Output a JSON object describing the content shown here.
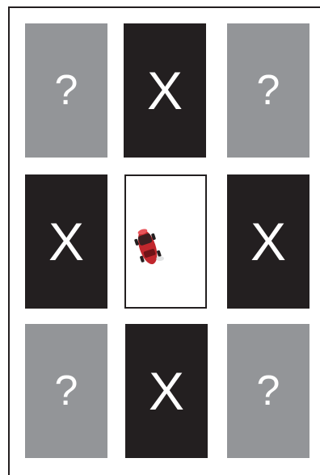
{
  "game": {
    "board": {
      "rows": 3,
      "cols": 3,
      "cards": [
        {
          "state": "hidden",
          "label": "?"
        },
        {
          "state": "eliminated",
          "label": "X"
        },
        {
          "state": "hidden",
          "label": "?"
        },
        {
          "state": "eliminated",
          "label": "X"
        },
        {
          "state": "revealed",
          "label": "",
          "icon": "red-car-icon"
        },
        {
          "state": "eliminated",
          "label": "X"
        },
        {
          "state": "hidden",
          "label": "?"
        },
        {
          "state": "eliminated",
          "label": "X"
        },
        {
          "state": "hidden",
          "label": "?"
        }
      ]
    },
    "colors": {
      "hidden_card": "#939598",
      "eliminated_card": "#231f20",
      "revealed_card": "#ffffff",
      "car_body": "#c1272d"
    }
  }
}
